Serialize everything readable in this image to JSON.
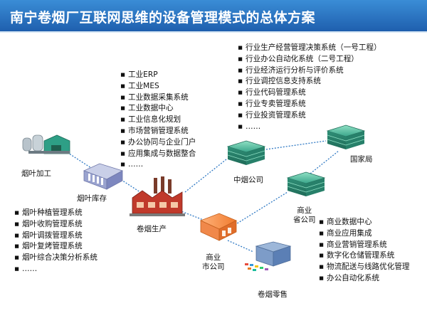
{
  "title": "南宁卷烟厂互联网思维的设备管理模式的总体方案",
  "colors": {
    "header_top": "#3a8dd6",
    "header_bottom": "#1f5fae",
    "connector": "#2f79c4",
    "server_green": "#3aa58a",
    "factory_red": "#c0392b",
    "warehouse_orange": "#f39c5a"
  },
  "nodes": {
    "tobacco_processing": "烟叶加工",
    "leaf_warehouse": "烟叶库存",
    "cigarette_production": "卷烟生产",
    "city_company_line1": "商业",
    "city_company_line2": "市公司",
    "cigarette_retail": "卷烟零售",
    "china_tobacco": "中烟公司",
    "provincial_line1": "商业",
    "provincial_line2": "省公司",
    "state_bureau": "国家局"
  },
  "lists": {
    "industry_systems": [
      "工业ERP",
      "工业MES",
      "工业数据采集系统",
      "工业数据中心",
      "工业信息化规划",
      "市场营销管理系统",
      "办公协同与企业门户",
      "应用集成与数据整合",
      "……"
    ],
    "national_systems": [
      "行业生产经营管理决策系统（一号工程）",
      "行业办公自动化系统（二号工程）",
      "行业经济运行分析与评价系统",
      "行业调控信息支持系统",
      "行业代码管理系统",
      "行业专卖管理系统",
      "行业投资管理系统",
      "……"
    ],
    "leaf_systems": [
      "烟叶种植管理系统",
      "烟叶收购管理系统",
      "烟叶调拨管理系统",
      "烟叶复烤管理系统",
      "烟叶综合决策分析系统",
      "……"
    ],
    "commercial_systems": [
      "商业数据中心",
      "商业应用集成",
      "商业营销管理系统",
      "数字化仓储管理系统",
      "物流配送与线路优化管理",
      "办公自动化系统"
    ]
  },
  "icons": {
    "bullet": "bullet-square-icon",
    "processing": "tobacco-processing-building-icon",
    "warehouse": "warehouse-icon",
    "factory": "factory-icon",
    "server": "server-stack-icon",
    "retail": "retail-store-icon"
  }
}
